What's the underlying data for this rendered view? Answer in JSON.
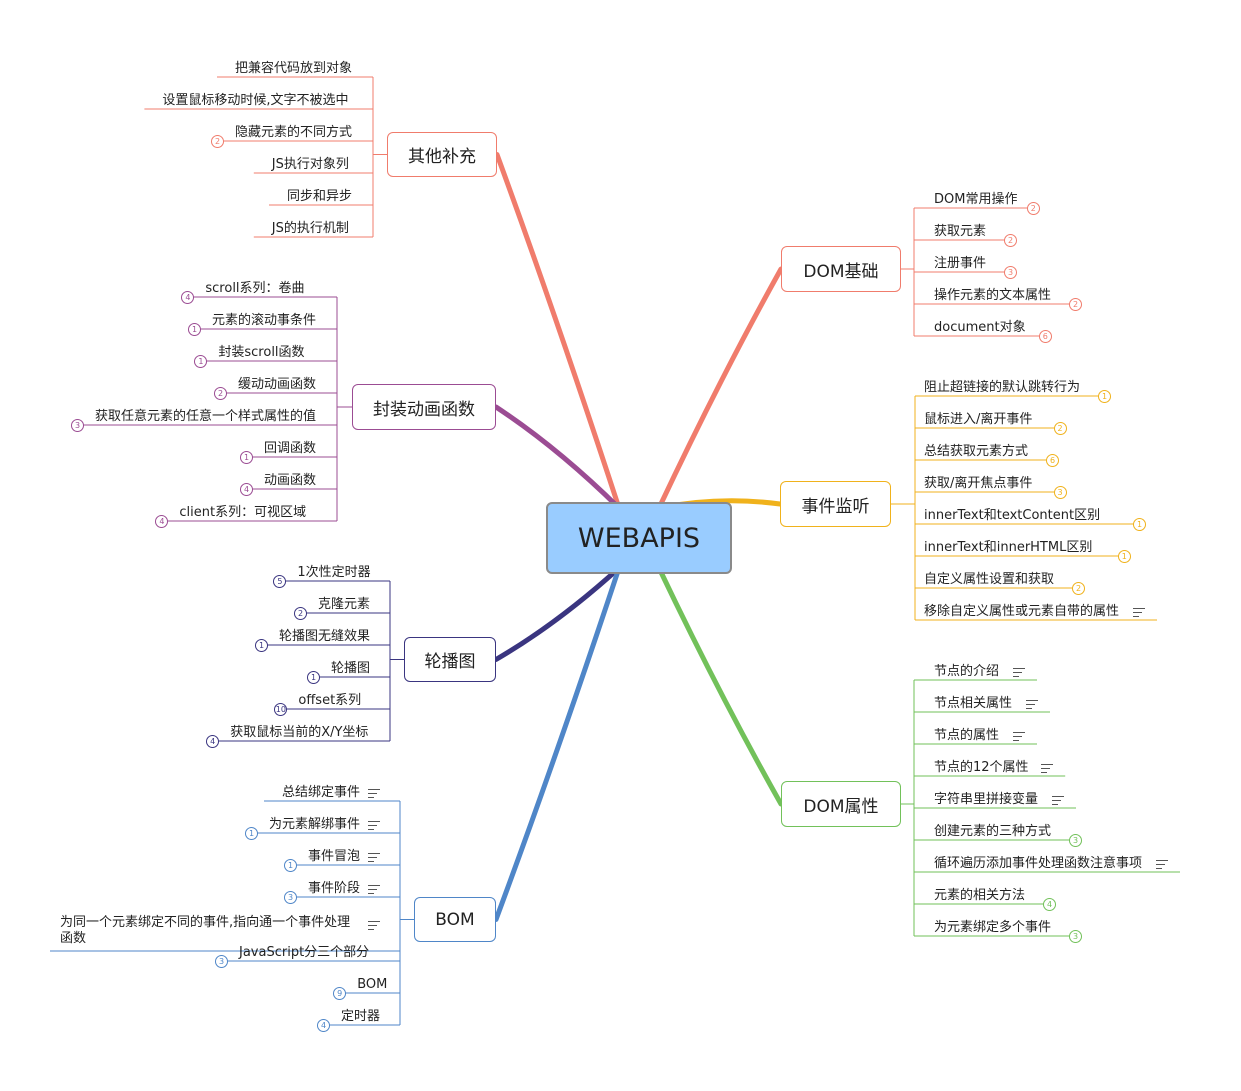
{
  "center": {
    "label": "WEBAPIS"
  },
  "branches": [
    {
      "key": "qita",
      "label": "其他补充",
      "color": "#f07c6c",
      "side": "left",
      "children": [
        {
          "label": "把兼容代码放到对象"
        },
        {
          "label": "设置鼠标移动时候,文字不被选中"
        },
        {
          "label": "隐藏元素的不同方式",
          "badge": "2"
        },
        {
          "label": "JS执行对象列"
        },
        {
          "label": "同步和异步"
        },
        {
          "label": "JS的执行机制"
        }
      ]
    },
    {
      "key": "fengzhuang",
      "label": "封装动画函数",
      "color": "#9b4c93",
      "side": "left",
      "children": [
        {
          "label": "scroll系列：卷曲",
          "badge": "4"
        },
        {
          "label": "元素的滚动事条件",
          "badge": "1"
        },
        {
          "label": "封装scroll函数",
          "badge": "1"
        },
        {
          "label": "缓动动画函数",
          "badge": "2"
        },
        {
          "label": "获取任意元素的任意一个样式属性的值",
          "badge": "3"
        },
        {
          "label": "回调函数",
          "badge": "1"
        },
        {
          "label": "动画函数",
          "badge": "4"
        },
        {
          "label": "client系列：可视区域",
          "badge": "4"
        }
      ]
    },
    {
      "key": "lunbo",
      "label": "轮播图",
      "color": "#3a3580",
      "side": "left",
      "children": [
        {
          "label": "1次性定时器",
          "badge": "5"
        },
        {
          "label": "克隆元素",
          "badge": "2"
        },
        {
          "label": "轮播图无缝效果",
          "badge": "1"
        },
        {
          "label": "轮播图",
          "badge": "1"
        },
        {
          "label": "offset系列",
          "badge": "10"
        },
        {
          "label": "获取鼠标当前的X/Y坐标",
          "badge": "4"
        }
      ]
    },
    {
      "key": "bom",
      "label": "BOM",
      "color": "#4f86c8",
      "side": "left",
      "children": [
        {
          "label": "总结绑定事件",
          "note": true
        },
        {
          "label": "为元素解绑事件",
          "badge": "1",
          "note": true
        },
        {
          "label": "事件冒泡",
          "badge": "1",
          "note": true
        },
        {
          "label": "事件阶段",
          "badge": "3",
          "note": true
        },
        {
          "label": "为同一个元素绑定不同的事件,指向通一个事件处理函数",
          "note": true
        },
        {
          "label": "JavaScript分三个部分",
          "badge": "3"
        },
        {
          "label": "BOM",
          "badge": "9"
        },
        {
          "label": "定时器",
          "badge": "4"
        }
      ]
    },
    {
      "key": "domjichu",
      "label": "DOM基础",
      "color": "#f07c6c",
      "side": "right",
      "children": [
        {
          "label": "DOM常用操作",
          "badge": "2"
        },
        {
          "label": "获取元素",
          "badge": "2"
        },
        {
          "label": "注册事件",
          "badge": "3"
        },
        {
          "label": "操作元素的文本属性",
          "badge": "2"
        },
        {
          "label": "document对象",
          "badge": "6"
        }
      ]
    },
    {
      "key": "shijian",
      "label": "事件监听",
      "color": "#f0b21c",
      "side": "right",
      "children": [
        {
          "label": "阻止超链接的默认跳转行为",
          "badge": "1"
        },
        {
          "label": "鼠标进入/离开事件",
          "badge": "2"
        },
        {
          "label": "总结获取元素方式",
          "badge": "6"
        },
        {
          "label": "获取/离开焦点事件",
          "badge": "3"
        },
        {
          "label": "innerText和textContent区别",
          "badge": "1"
        },
        {
          "label": "innerText和innerHTML区别",
          "badge": "1"
        },
        {
          "label": "自定义属性设置和获取",
          "badge": "2"
        },
        {
          "label": "移除自定义属性或元素自带的属性",
          "note": true
        }
      ]
    },
    {
      "key": "domshuxing",
      "label": "DOM属性",
      "color": "#72c15a",
      "side": "right",
      "children": [
        {
          "label": "节点的介绍",
          "note": true
        },
        {
          "label": "节点相关属性",
          "note": true
        },
        {
          "label": "节点的属性",
          "note": true
        },
        {
          "label": "节点的12个属性",
          "note": true
        },
        {
          "label": "字符串里拼接变量",
          "note": true
        },
        {
          "label": "创建元素的三种方式",
          "badge": "3"
        },
        {
          "label": "循环遍历添加事件处理函数注意事项",
          "note": true
        },
        {
          "label": "元素的相关方法",
          "badge": "4"
        },
        {
          "label": "为元素绑定多个事件",
          "badge": "3"
        }
      ]
    }
  ]
}
